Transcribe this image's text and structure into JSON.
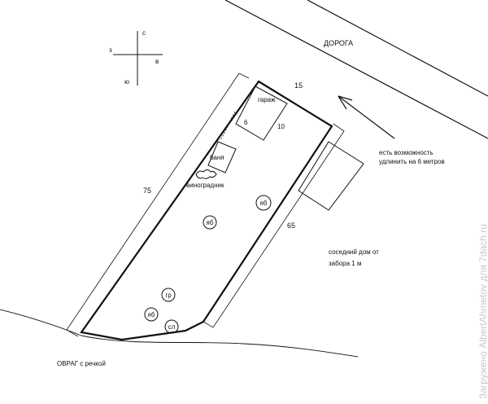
{
  "compass": {
    "north": "с",
    "south": "ю",
    "east": "в",
    "west": "з"
  },
  "road_label": "ДОРОГА",
  "ravine_label": "ОВРАГ с речкой",
  "garage": {
    "label": "гараж",
    "dim_side": "6",
    "dim_depth": "10"
  },
  "banya_label": "баня",
  "vineyard_label": "виноградник",
  "dimensions": {
    "top": "15",
    "left": "75",
    "right": "65"
  },
  "extend_note": [
    "есть возможность",
    "удлинить на 6 метров"
  ],
  "neighbor_note": [
    "соседний дом от",
    "забора 1 м"
  ],
  "trees": [
    {
      "label": "яб"
    },
    {
      "label": "яб"
    },
    {
      "label": "гр"
    },
    {
      "label": "яб"
    },
    {
      "label": "сл"
    }
  ],
  "watermark": "Загружено AlbertAhmetov для 7dach.ru"
}
